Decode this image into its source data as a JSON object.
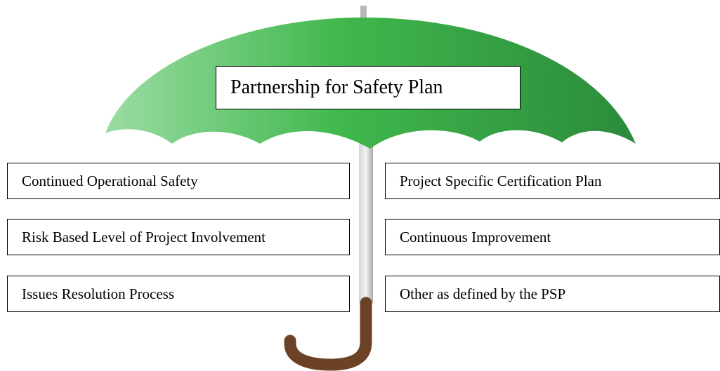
{
  "colors": {
    "canopy_light": "#93d79b",
    "canopy_mid": "#3db54a",
    "canopy_dark": "#2a8a3a",
    "shaft": "#c8c8c8",
    "handle": "#6b4226",
    "border": "#000000"
  },
  "title": "Partnership for Safety Plan",
  "left_items": [
    "Continued Operational Safety",
    "Risk Based Level of Project Involvement",
    "Issues Resolution Process"
  ],
  "right_items": [
    "Project Specific Certification Plan",
    "Continuous Improvement",
    "Other as defined by the PSP"
  ]
}
